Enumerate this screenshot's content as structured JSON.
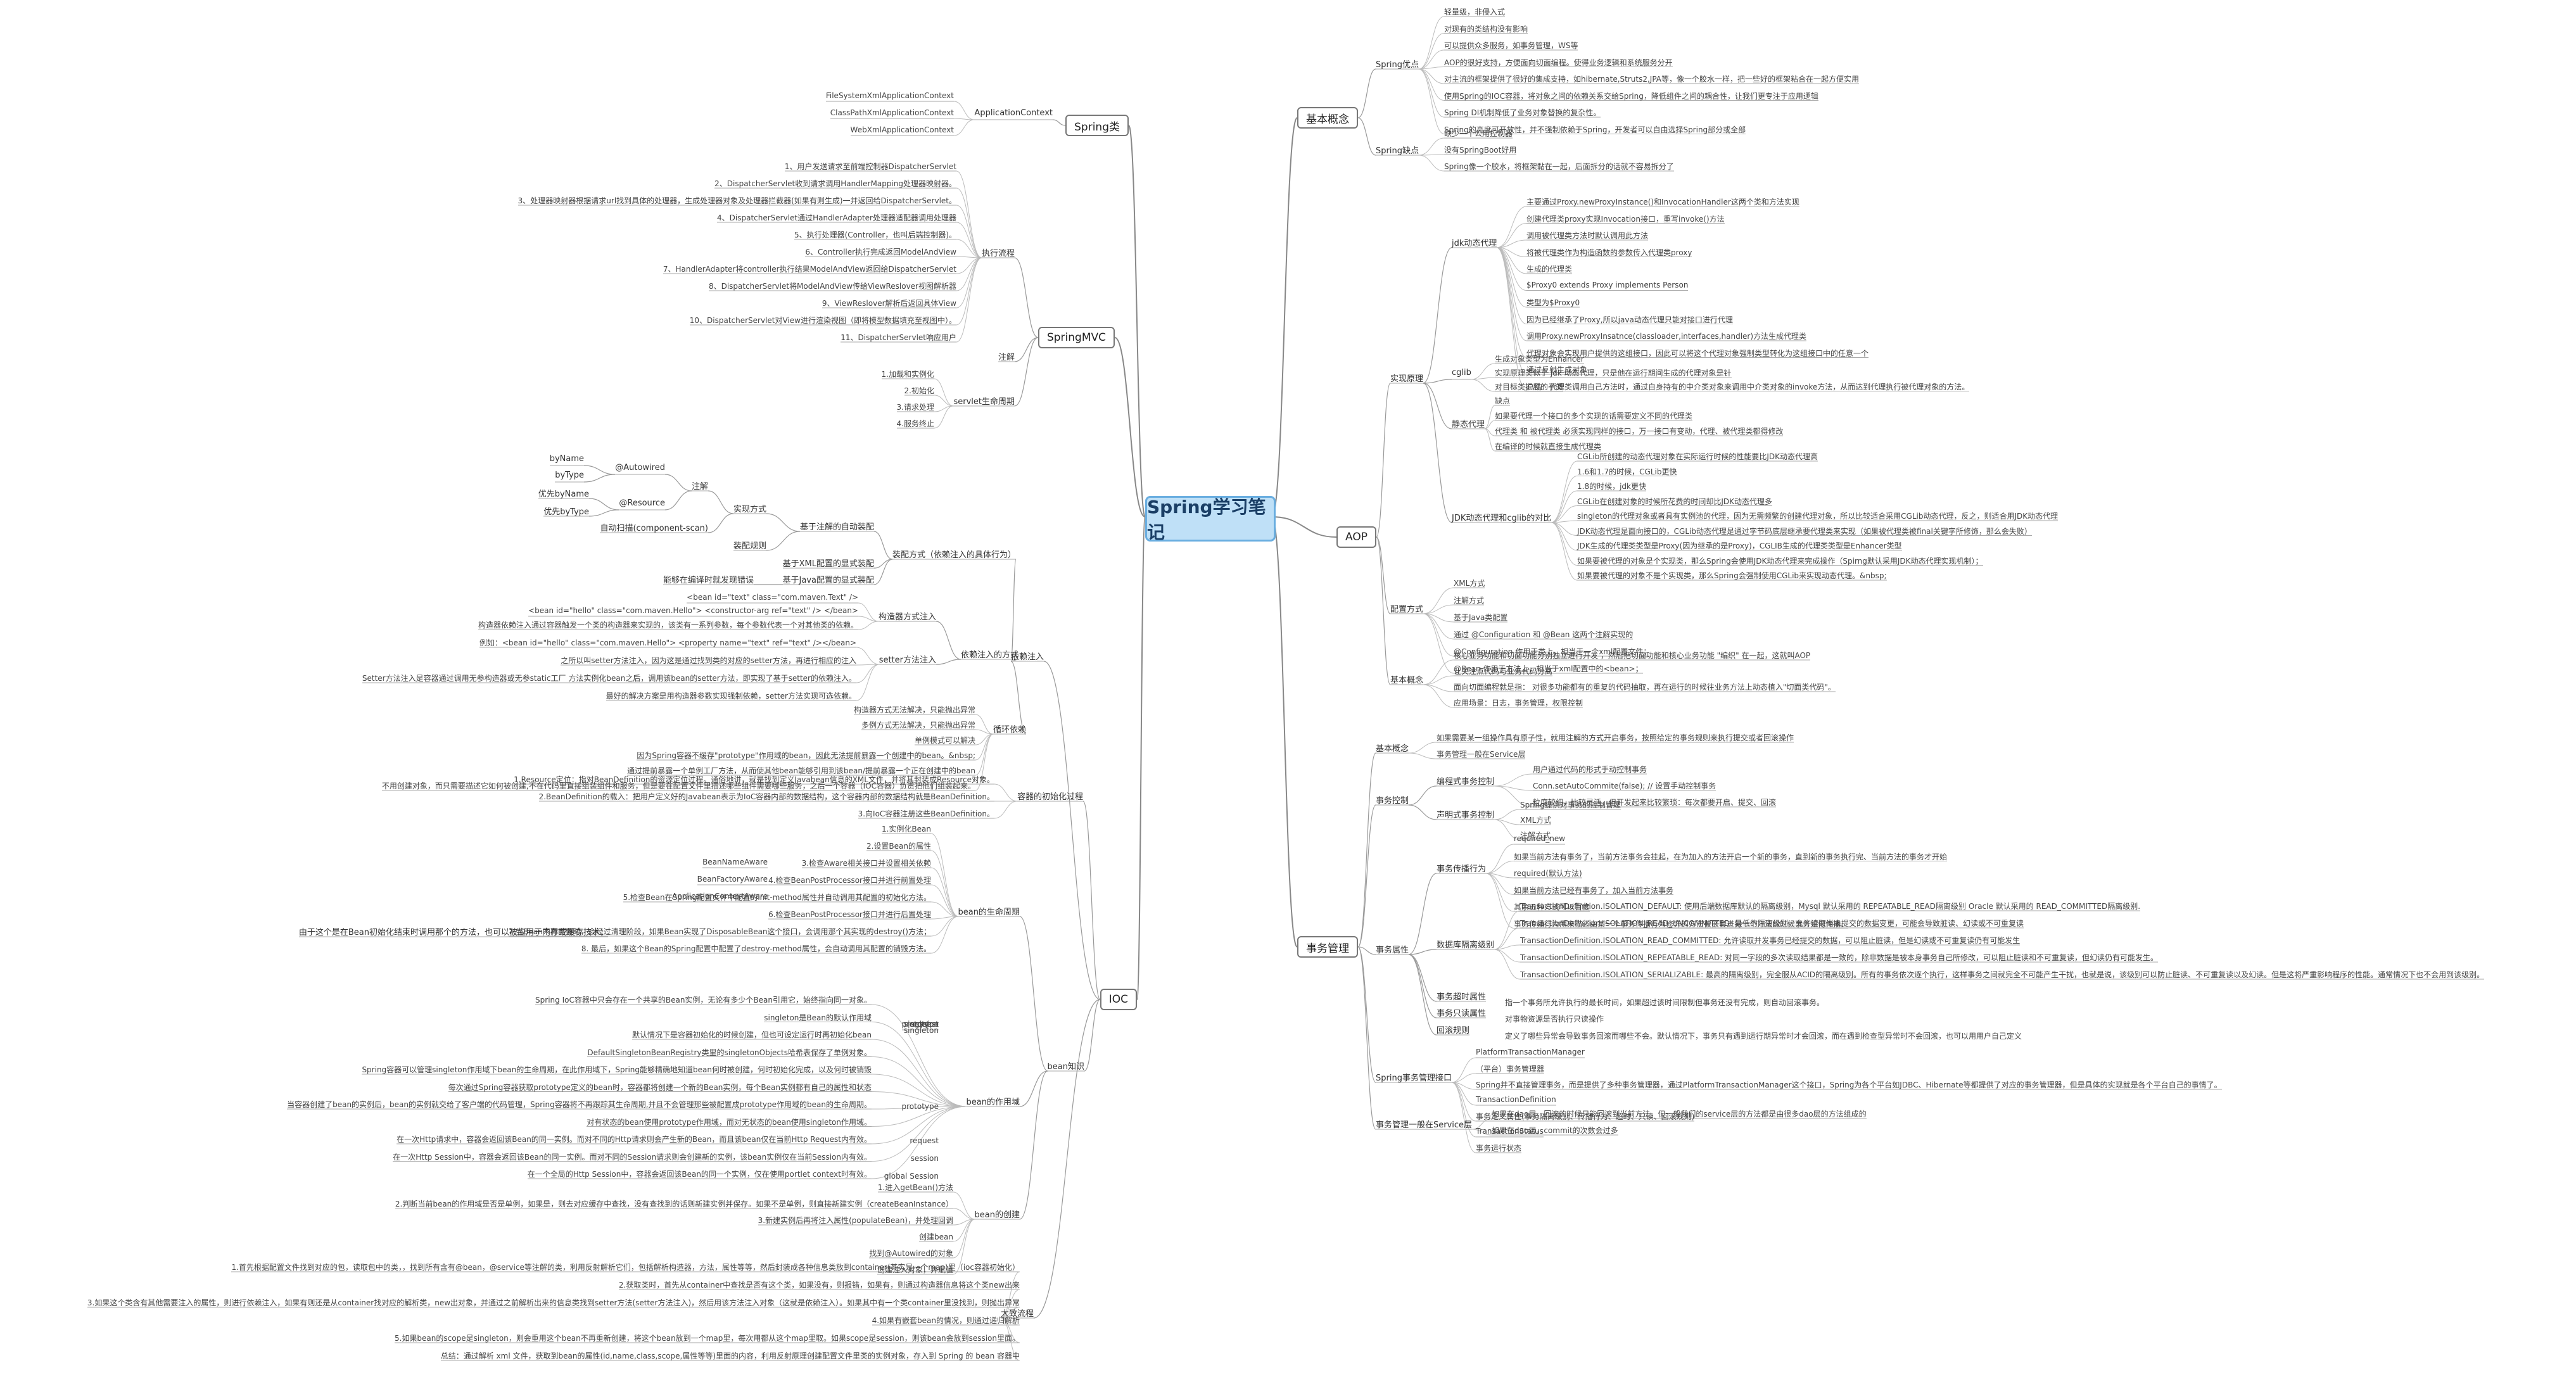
{
  "root": "Spring学习笔记",
  "left": {
    "spring_class": {
      "label": "Spring类",
      "application_context": "ApplicationContext",
      "impls": [
        "FileSystemXmlApplicationContext",
        "ClassPathXmlApplicationContext",
        "WebXmlApplicationContext"
      ]
    },
    "springmvc": {
      "label": "SpringMVC",
      "exec_flow_label": "执行流程",
      "exec_flow": [
        "1、用户发送请求至前端控制器DispatcherServlet",
        "2、DispatcherServlet收到请求调用HandlerMapping处理器映射器。",
        "3、处理器映射器根据请求url找到具体的处理器，生成处理器对象及处理器拦截器(如果有则生成)一并返回给DispatcherServlet。",
        "4、DispatcherServlet通过HandlerAdapter处理器适配器调用处理器",
        "5、执行处理器(Controller，也叫后端控制器)。",
        "6、Controller执行完成返回ModelAndView",
        "7、HandlerAdapter将controller执行结果ModelAndView返回给DispatcherServlet",
        "8、DispatcherServlet将ModelAndView传给ViewReslover视图解析器",
        "9、ViewReslover解析后返回具体View",
        "10、DispatcherServlet对View进行渲染视图（即将模型数据填充至视图中）。",
        "11、DispatcherServlet响应用户"
      ],
      "annotation_label": "注解",
      "lifecycle_label": "servlet生命周期",
      "lifecycle": [
        "1.加载和实例化",
        "2.初始化",
        "3.请求处理",
        "4.服务终止"
      ]
    },
    "ioc": {
      "label": "IOC",
      "di_label": "依赖注入",
      "assembly_label": "装配方式（依赖注入的具体行为）",
      "annotation_injection": "基于注解的自动装配",
      "annotation": "注解",
      "autowired": "@Autowired",
      "by_name": "byName",
      "by_type": "byType",
      "priority_by_type": "优先byType",
      "priority_by_name": "优先byName",
      "resource": "@Resource",
      "impl_way": "实现方式",
      "component_scan": "自动扫描(component-scan)",
      "assembly_rule": "装配规则",
      "xml_injection": "基于XML配置的显式装配",
      "java_injection": "基于Java配置的显式装配",
      "can_check": "能够在编译时就发现错误",
      "di_ways_label": "依赖注入的方式",
      "constructor_label": "构造器方式注入",
      "constructor_leaves": [
        "<bean id=\"text\" class=\"com.maven.Text\" />",
        "<bean id=\"hello\" class=\"com.maven.Hello\"> <constructor-arg ref=\"text\" /> </bean>",
        "构造器依赖注入通过容器触发一个类的构造器来实现的，该类有一系列参数，每个参数代表一个对其他类的依赖。"
      ],
      "setter_label": "setter方法注入",
      "setter_leaves": [
        "例如：<bean id=\"hello\" class=\"com.maven.Hello\"> <property name=\"text\" ref=\"text\" /></bean>",
        "之所以叫setter方法注入，因为这是通过找到类的对应的setter方法，再进行相应的注入",
        "Setter方法注入是容器通过调用无参构造器或无参static工厂 方法实例化bean之后，调用该bean的setter方法，即实现了基于setter的依赖注入。",
        "最好的解决方案是用构造器参数实现强制依赖，setter方法实现可选依赖。"
      ],
      "circular_label": "循环依赖",
      "circular_leaves": [
        "构造器方式无法解决，只能抛出异常",
        "多例方式无法解决，只能抛出异常",
        "单例模式可以解决",
        "因为Spring容器不缓存\"prototype\"作用域的bean，因此无法提前暴露一个创建中的bean。&nbsp;",
        "通过提前暴露一个单例工厂方法，从而使其他bean能够引用到该bean/提前暴露一个正在创建中的bean",
        "不用创建对象，而只需要描述它如何被创建,不在代码里直接组装组件和服务，但是要在配置文件里描述哪些组件需要哪些服务，之后一个容器（IOC容器）负责把他们组装起来。"
      ],
      "init_label": "容器的初始化过程",
      "init_leaves": [
        "1.Resource定位：指对BeanDefinition的资源定位过程。通俗地讲，就是找到定义Javabean信息的XML文件，并将其封装成Resource对象。",
        "2.BeanDefinition的载入：把用户定义好的Javabean表示为IoC容器内部的数据结构，这个容器内部的数据结构就是BeanDefinition。",
        "3.向IoC容器注册这些BeanDefinition。"
      ],
      "bean_knowledge_label": "bean知识",
      "lifecycle_label": "bean的生命周期",
      "lifecycle": [
        "1.实例化Bean",
        "2.设置Bean的属性",
        "3.检查Aware相关接口并设置相关依赖",
        "4.检查BeanPostProcessor接口并进行前置处理",
        "5.检查Bean在Spring配置文件中配置的init-method属性并自动调用其配置的初始化方法。",
        "6.检查BeanPostProcessor接口并进行后置处理",
        "7.当Bean不再需要时，会经过清理阶段，如果Bean实现了DisposableBean这个接口，会调用那个其实现的destroy()方法；",
        "8. 最后，如果这个Bean的Spring配置中配置了destroy-method属性，会自动调用其配置的销毁方法。"
      ],
      "aware": [
        "BeanNameAware",
        "BeanFactoryAware",
        "ApplicationContextAware"
      ],
      "lifecycle_note": "由于这个是在Bean初始化结束时调用那个的方法，也可以被应用于内存或缓存技术；",
      "scope_label": "bean的作用域",
      "scope_leaves": [
        "Spring IoC容器中只会存在一个共享的Bean实例，无论有多少个Bean引用它，始终指向同一对象。",
        "singleton是Bean的默认作用域",
        "默认情况下是容器初始化的时候创建，但也可设定运行时再初始化bean",
        "DefaultSingletonBeanRegistry类里的singletonObjects哈希表保存了单例对象。",
        "Spring容器可以管理singleton作用域下bean的生命周期，在此作用域下，Spring能够精确地知道bean何时被创建，何时初始化完成，以及何时被销毁",
        "每次通过Spring容器获取prototype定义的bean时，容器都将创建一个新的Bean实例，每个Bean实例都有自己的属性和状态",
        "当容器创建了bean的实例后，bean的实例就交给了客户端的代码管理，Spring容器将不再跟踪其生命周期,并且不会管理那些被配置成prototype作用域的bean的生命周期。",
        "对有状态的bean使用prototype作用域，而对无状态的bean使用singleton作用域。",
        "在一次Http请求中，容器会返回该Bean的同一实例。而对不同的Http请求则会产生新的Bean，而且该bean仅在当前Http Request内有效。",
        "在一次Http Session中，容器会返回该Bean的同一实例。而对不同的Session请求则会创建新的实例，该bean实例仅在当前Session内有效。",
        "在一个全局的Http Session中，容器会返回该Bean的同一个实例，仅在使用portlet context时有效。"
      ],
      "scope_types": [
        "singleton",
        "prototype",
        "request",
        "session",
        "global Session"
      ],
      "creation_label": "bean的创建",
      "creation": [
        "1.进入getBean()方法",
        "2.判断当前bean的作用域是否是单例，如果是，则去对应缓存中查找，没有查找到的话则新建实例并保存。如果不是单例，则直接新建实例（createBeanInstance）",
        "3.新建实例后再将注入属性(populateBean)，并处理回调",
        "创建bean",
        "找到@Autowired的对象",
        "创建注入对象，并赋值"
      ],
      "overview_label": "大致流程",
      "overview": [
        "1.首先根据配置文件找到对应的包，读取包中的类，，找到所有含有@bean，@service等注解的类，利用反射解析它们，包括解析构造器，方法，属性等等，然后封装成各种信息类放到container(其实是一个map)里（ioc容器初始化）",
        "2.获取类时，首先从container中查找是否有这个类，如果没有，则报错，如果有，则通过构造器信息将这个类new出来",
        "3.如果这个类含有其他需要注入的属性，则进行依赖注入，如果有则还是从container找对应的解析类，new出对象，并通过之前解析出来的信息类找到setter方法(setter方法注入)，然后用该方法注入对象（这就是依赖注入）。如果其中有一个类container里没找到，则抛出异常",
        "4.如果有嵌套bean的情况，则通过递归解析",
        "5.如果bean的scope是singleton，则会重用这个bean不再重新创建，将这个bean放到一个map里，每次用都从这个map里取。如果scope是session，则该bean会放到session里面。",
        "总结：通过解析 xml 文件，获取到bean的属性(id,name,class,scope,属性等等)里面的内容，利用反射原理创建配置文件里类的实例对象，存入到 Spring 的 bean 容器中"
      ]
    }
  },
  "right": {
    "basics": {
      "label": "基本概念",
      "advantages_label": "Spring优点",
      "advantages": [
        "轻量级，非侵入式",
        "对现有的类结构没有影响",
        "可以提供众多服务，如事务管理，WS等",
        "AOP的很好支持，方便面向切面编程。使得业务逻辑和系统服务分开",
        "对主流的框架提供了很好的集成支持，如hibernate,Struts2,JPA等，像一个胶水一样，把一些好的框架粘合在一起方便实用",
        "使用Spring的IOC容器，将对象之间的依赖关系交给Spring，降低组件之间的耦合性，让我们更专注于应用逻辑",
        "Spring DI机制降低了业务对象替换的复杂性。",
        "Spring的高度可开放性，并不强制依赖于Spring，开发者可以自由选择Spring部分或全部"
      ],
      "disadvantages_label": "Spring缺点",
      "disadvantages": [
        "缺少一个公用控制器",
        "没有SpringBoot好用",
        "Spring像一个胶水，将框架黏在一起，后面拆分的话就不容易拆分了"
      ]
    },
    "aop": {
      "label": "AOP",
      "impl_label": "实现原理",
      "jdk_label": "jdk动态代理",
      "jdk_leaves": [
        "主要通过Proxy.newProxyInstance()和InvocationHandler这两个类和方法实现",
        "创建代理类proxy实现Invocation接口，重写invoke()方法",
        "调用被代理类方法时默认调用此方法",
        "将被代理类作为构造函数的参数传入代理类proxy",
        "生成的代理类",
        "$Proxy0 extends Proxy implements Person",
        "类型为$Proxy0",
        "因为已经继承了Proxy,所以java动态代理只能对接口进行代理",
        "调用Proxy.newProxyInsatnce(classloader,interfaces,handler)方法生成代理类",
        "代理对象会实现用户提供的这组接口，因此可以将这个代理对象强制类型转化为这组接口中的任意一个",
        "通过反射生成对象",
        "总结：代理类调用自己方法时，通过自身持有的中介类对象来调用中介类对象的invoke方法，从而达到代理执行被代理对象的方法。"
      ],
      "impl_process": "实现过程",
      "cglib_label": "cglib",
      "cglib_leaves": [
        "生成对象类型为Enhancer",
        "实现原理类似于 jdk 动态代理，只是他在运行期间生成的代理对象是针",
        "对目标类扩展的子类"
      ],
      "static_label": "静态代理",
      "static_leaves": [
        "缺点",
        "如果要代理一个接口的多个实现的话需要定义不同的代理类",
        "代理类 和 被代理类 必须实现同样的接口，万一接口有变动，代理、被代理类都得修改",
        "在编译的时候就直接生成代理类"
      ],
      "compare_label": "JDK动态代理和cglib的对比",
      "compare_leaves": [
        "CGLib所创建的动态代理对象在实际运行时候的性能要比JDK动态代理高",
        "1.6和1.7的时候，CGLib更快",
        "1.8的时候，jdk更快",
        "CGLib在创建对象的时候所花费的时间却比JDK动态代理多",
        "singleton的代理对象或者具有实例池的代理，因为无需频繁的创建代理对象，所以比较适合采用CGLib动态代理，反之，则适合用JDK动态代理",
        "JDK动态代理是面向接口的，CGLib动态代理是通过字节码底层继承要代理类来实现（如果被代理类被final关键字所修饰，那么会失败）",
        "JDK生成的代理类类型是Proxy(因为继承的是Proxy)，CGLIB生成的代理类类型是Enhancer类型",
        "如果要被代理的对象是个实现类，那么Spring会使用JDK动态代理来完成操作（Spirng默认采用JDK动态代理实现机制）；",
        "如果要被代理的对象不是个实现类，那么Spring会强制使用CGLib来实现动态代理。&nbsp;"
      ],
      "config_label": "配置方式",
      "config_leaves": [
        "XML方式",
        "注解方式",
        "基于Java类配置",
        "通过 @Configuration 和 @Bean 这两个注解实现的",
        "@Configuration 作用于类上，相当于一个xml配置文件；",
        "@Bean 作用于方法上，相当于xml配置中的<bean>；"
      ],
      "concept_label": "基本概念",
      "concept_leaves": [
        "核心业务功能和切面功能分别独立进行开发 ，然后把切面功能和核心业务功能 \"编织\" 在一起，这就叫AOP",
        "让关注点代码与业务代码分离",
        "面向切面编程就是指： 对很多功能都有的重复的代码抽取，再在运行的时候往业务方法上动态植入\"切面类代码\"。",
        "应用场景：日志，事务管理，权限控制"
      ]
    },
    "tx": {
      "label": "事务管理",
      "concept_label": "基本概念",
      "concept": [
        "如果需要某一组操作具有原子性，就用注解的方式开启事务，按照给定的事务规则来执行提交或者回滚操作",
        "事务管理一般在Service层"
      ],
      "control_label": "事务控制",
      "programmatic_label": "编程式事务控制",
      "programmatic": [
        "用户通过代码的形式手动控制事务",
        "Conn.setAutoCommite(false); // 设置手动控制事务",
        "粒度较细，比较灵活，但开发起来比较繁琐：每次都要开启、提交、回滚"
      ],
      "declarative_label": "声明式事务控制",
      "declarative": [
        "Spring提供对事务的控制管理",
        "XML方式",
        "注解方式"
      ],
      "attr_label": "事务属性",
      "propagation_label": "事务传播行为",
      "propagation": [
        "required_new",
        "如果当前方法有事务了，当前方法事务会挂起，在为加入的方法开启一个新的事务，直到新的事务执行完、当前方法的事务才开始",
        "required(默认方法)",
        "如果当前方法已经有事务了，加入当前方法事务",
        "其余五种方式可以百度",
        "事务传播行为用来描述由某一个事务传播行为修饰的方法被嵌套进另一个方法的时候事务如何传播。"
      ],
      "isolation_label": "数据库隔离级别",
      "isolation": [
        "TransactionDefinition.ISOLATION_DEFAULT: 使用后端数据库默认的隔离级别，Mysql 默认采用的 REPEATABLE_READ隔离级别 Oracle 默认采用的 READ_COMMITTED隔离级别.",
        "TransactionDefinition.ISOLATION_READ_UNCOMMITTED: 最低的隔离级别，允许读取尚未提交的数据变更，可能会导致脏读、幻读或不可重复读",
        "TransactionDefinition.ISOLATION_READ_COMMITTED: 允许读取并发事务已经提交的数据，可以阻止脏读，但是幻读或不可重复读仍有可能发生",
        "TransactionDefinition.ISOLATION_REPEATABLE_READ: 对同一字段的多次读取结果都是一致的，除非数据是被本身事务自己所修改，可以阻止脏读和不可重复读，但幻读仍有可能发生。",
        "TransactionDefinition.ISOLATION_SERIALIZABLE: 最高的隔离级别，完全服从ACID的隔离级别。所有的事务依次逐个执行，这样事务之间就完全不可能产生干扰，也就是说，该级别可以防止脏读、不可重复读以及幻读。但是这将严重影响程序的性能。通常情况下也不会用到该级别。"
      ],
      "timeout_label": "事务超时属性",
      "timeout": "指一个事务所允许执行的最长时间，如果超过该时间限制但事务还没有完成，则自动回滚事务。",
      "readonly_label": "事务只读属性",
      "readonly": "对事物资源是否执行只读操作",
      "rollback_label": "回滚规则",
      "rollback": "定义了哪些异常会导致事务回滚而哪些不会。默认情况下，事务只有遇到运行期异常时才会回滚，而在遇到检查型异常时不会回滚，也可以用用户自己定义",
      "ptm_label": "Spring事务管理接口",
      "ptm": [
        "PlatformTransactionManager",
        "（平台）事务管理器",
        "Spring并不直接管理事务，而是提供了多种事务管理器，通过PlatformTransactionManager这个接口，Spring为各个平台如JDBC、Hibernate等都提供了对应的事务管理器，但是具体的实现就是各个平台自己的事情了。",
        "TransactionDefinition",
        "事务定义属性(事务隔离级别、传播行为、超时、只读、回滚规则)",
        "TransactionStatus",
        "事务运行状态"
      ],
      "service_label": "事务管理一般在Service层",
      "service": [
        "如果在dao层，回滚的时候只能回滚到当前方法，但一般我们的service层的方法都是由很多dao层的方法组成的",
        "如果在dao层，commit的次数会过多"
      ]
    }
  }
}
